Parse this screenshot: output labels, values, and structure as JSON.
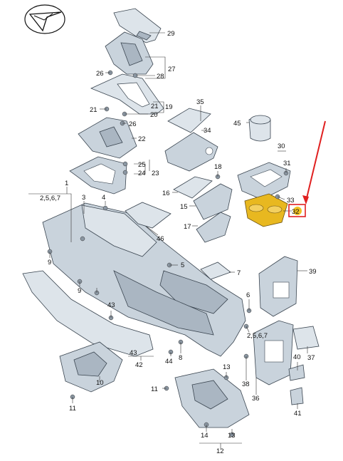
{
  "accent_color": "#e02020",
  "highlight_color": "#f0c020",
  "logo": {
    "name": "brand-logo"
  },
  "callouts": {
    "c1": "1",
    "c2": "2,5,6,7",
    "c3": "3",
    "c4": "4",
    "c5": "5",
    "c6": "6",
    "c7": "7",
    "c8": "8",
    "c9a": "9",
    "c9b": "9",
    "c10": "10",
    "c11a": "11",
    "c11b": "11",
    "c12": "12",
    "c13a": "13",
    "c13b": "13",
    "c14": "14",
    "c15": "15",
    "c16": "16",
    "c17": "17",
    "c18": "18",
    "c19": "19",
    "c20": "20",
    "c21a": "21",
    "c21b": "21",
    "c22": "22",
    "c23": "23",
    "c24": "24",
    "c25": "25",
    "c26a": "26",
    "c26b": "26",
    "c27": "27",
    "c28": "28",
    "c29": "29",
    "c30": "30",
    "c31": "31",
    "c32": "32",
    "c33": "33",
    "c34": "34",
    "c35": "35",
    "c36": "36",
    "c37": "37",
    "c38": "38",
    "c39": "39",
    "c40": "40",
    "c41": "41",
    "c42": "42",
    "c43a": "43",
    "c43b": "43",
    "c44": "44",
    "c45": "45",
    "c46": "46"
  }
}
